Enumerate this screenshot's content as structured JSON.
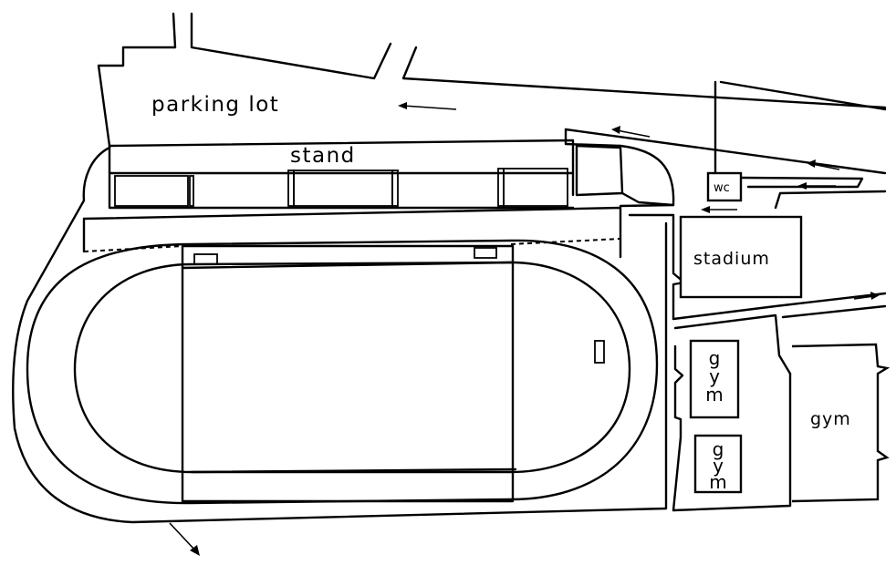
{
  "labels": {
    "parking_lot": "parking lot",
    "stand": "stand",
    "wc": "wc",
    "stadium": "stadium",
    "gym_small_1": [
      "g",
      "y",
      "m"
    ],
    "gym_small_2": [
      "g",
      "y",
      "m"
    ],
    "gym_large": "gym"
  },
  "colors": {
    "ink": "#000000",
    "paper": "#ffffff"
  }
}
